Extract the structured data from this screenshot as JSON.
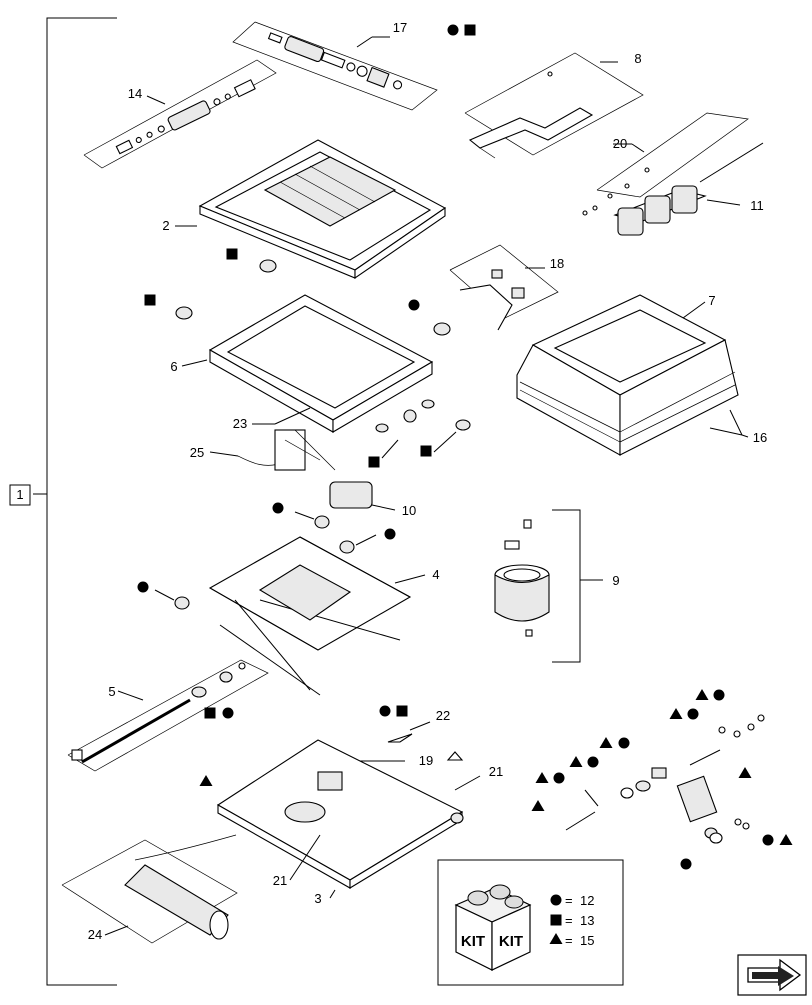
{
  "diagram": {
    "assembly_ref": "1",
    "callouts": [
      "17",
      "8",
      "14",
      "20",
      "11",
      "2",
      "18",
      "7",
      "6",
      "16",
      "23",
      "25",
      "10",
      "4",
      "9",
      "5",
      "22",
      "19",
      "21",
      "21",
      "3",
      "24"
    ],
    "markers": {
      "circle": "circle",
      "square": "square",
      "triangle": "triangle"
    },
    "kit_legend": {
      "kit_label": "KIT",
      "rows": [
        {
          "symbol": "circle",
          "eq": "=",
          "number": "12"
        },
        {
          "symbol": "square",
          "eq": "=",
          "number": "13"
        },
        {
          "symbol": "triangle",
          "eq": "=",
          "number": "15"
        }
      ]
    },
    "nav_icon": "arrow-next-icon"
  }
}
